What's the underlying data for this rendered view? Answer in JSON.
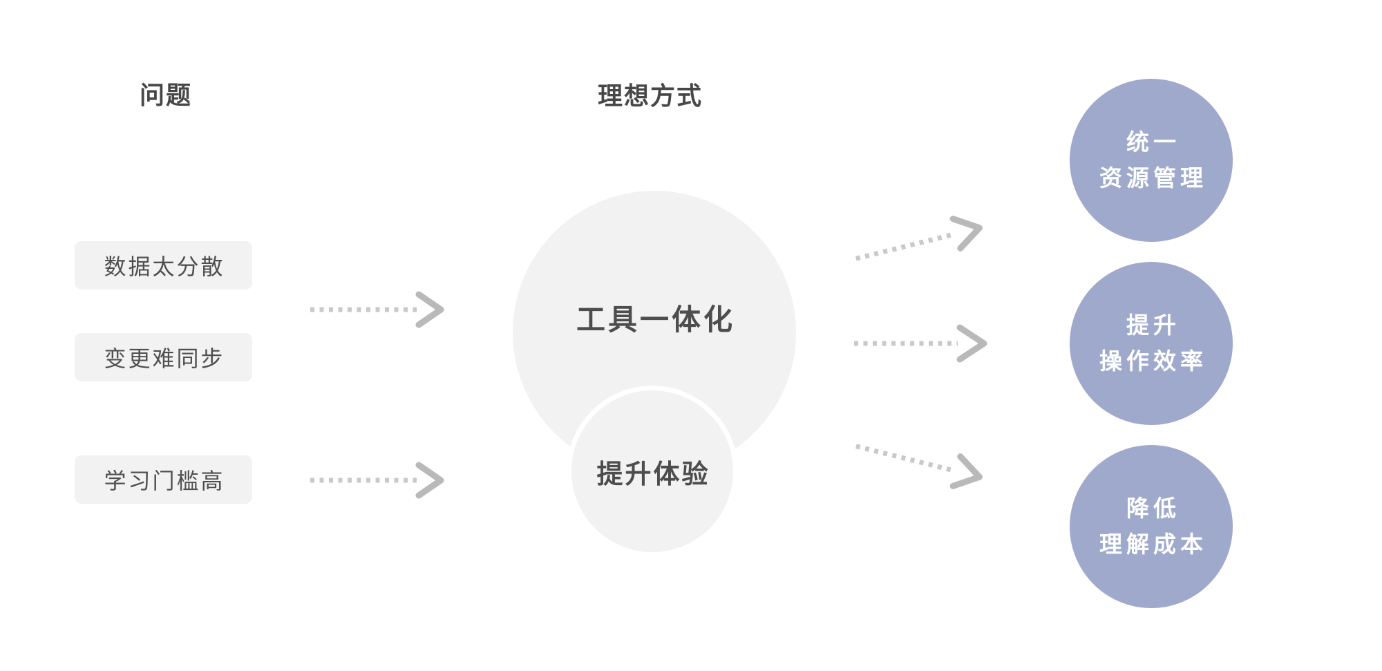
{
  "diagram": {
    "problems": {
      "header": "问题",
      "items": [
        "数据太分散",
        "变更难同步",
        "学习门槛高"
      ]
    },
    "ideal": {
      "header": "理想方式",
      "main_circle_label": "工具一体化",
      "sub_circle_label": "提升体验"
    },
    "outcomes": [
      {
        "line1": "统一",
        "line2": "资源管理"
      },
      {
        "line1": "提升",
        "line2": "操作效率"
      },
      {
        "line1": "降低",
        "line2": "理解成本"
      }
    ],
    "connections": [
      "problems -> tool-integration",
      "tool-integration -> unified-resource-management",
      "tool-integration -> improve-operation-efficiency",
      "tool-integration -> reduce-understanding-cost"
    ],
    "colors": {
      "background": "#ffffff",
      "neutral_fill": "#f2f2f2",
      "outcome_fill": "#9fa9cc",
      "heading_text": "#474747",
      "body_text": "#4d4d4d",
      "outcome_text": "#ffffff",
      "arrow_dots": "#c9c9c9",
      "arrow_head": "#b9b9b9"
    }
  }
}
